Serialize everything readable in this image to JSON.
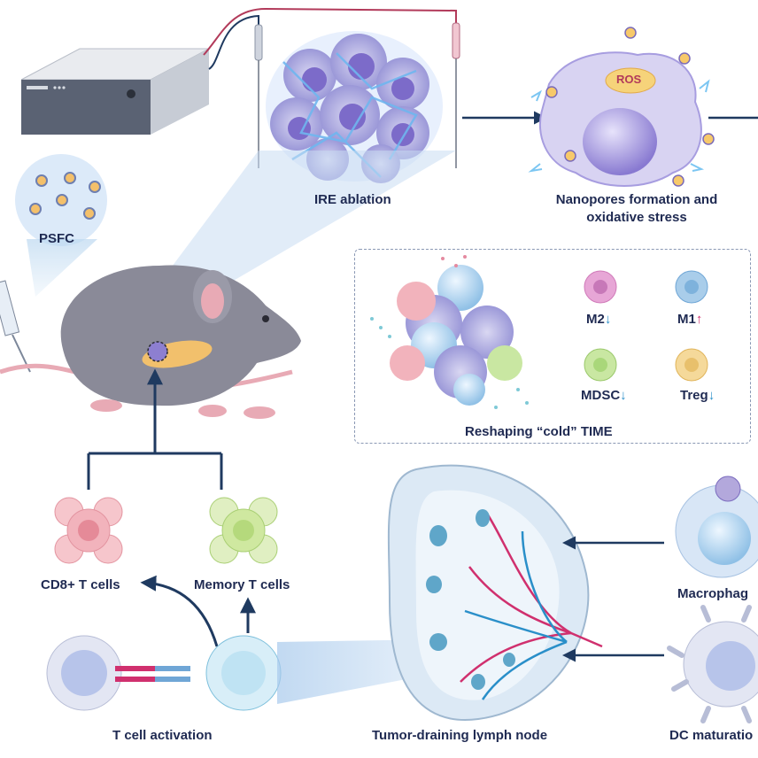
{
  "labels": {
    "psfc": "PSFC",
    "ire_ablation": "IRE ablation",
    "nanopores_line1": "Nanopores formation and",
    "nanopores_line2": "oxidative stress",
    "ros": "ROS",
    "m2": "M2",
    "m1": "M1",
    "mdsc": "MDSC",
    "treg": "Treg",
    "reshaping": "Reshaping “cold” TIME",
    "cd8": "CD8+ T cells",
    "memory": "Memory T cells",
    "tcell_activation": "T cell activation",
    "lymph_node": "Tumor-draining lymph node",
    "macrophage": "Macrophag",
    "dc_maturation": "DC maturatio"
  },
  "arrows": {
    "down": "↓",
    "up": "↑"
  },
  "colors": {
    "label_text": "#1f2a52",
    "arrow_navy": "#1f3a60",
    "decrease": "#2a8fc9",
    "increase": "#d0306e",
    "m2_cell": "#e7a6d6",
    "m1_cell": "#a9cdea",
    "mdsc_cell": "#c9e7a2",
    "treg_cell": "#f5d99a",
    "cd8_cell": "#f2b3bc",
    "memory_cell": "#cfe8a0",
    "mouse": "#8a8a98",
    "tumor_purple": "#8d7fd0"
  }
}
